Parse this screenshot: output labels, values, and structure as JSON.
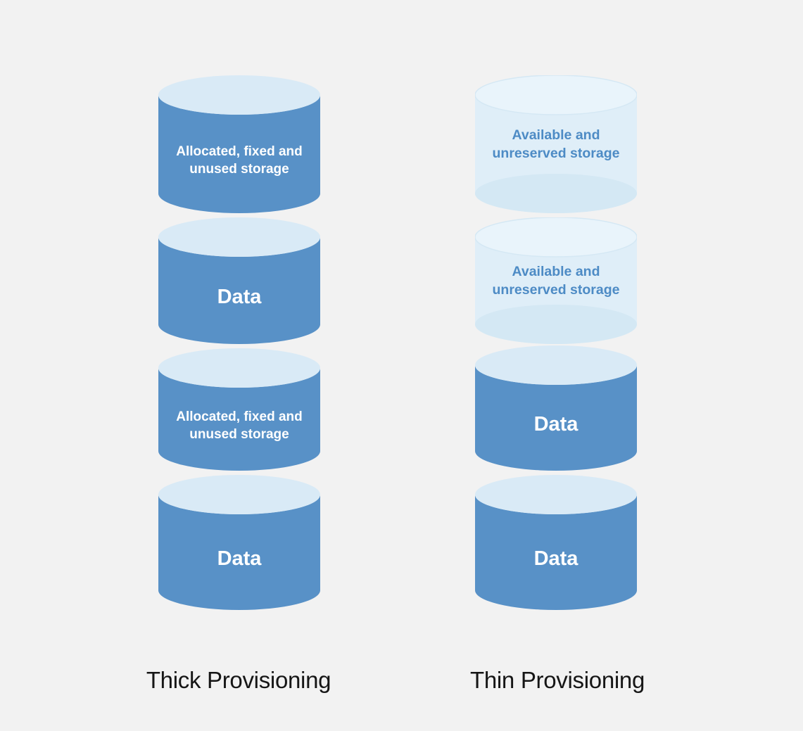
{
  "diagram": {
    "background_color": "#f2f2f2",
    "colors": {
      "cylinder_blue_body": "#5891c7",
      "cylinder_top_face": "#d9eaf6",
      "ghost_body": "#dfeef8",
      "ghost_top_face": "#e9f4fb",
      "ghost_bottom_face": "#d4e8f4",
      "ghost_label_text": "#4d8bc5",
      "solid_label_text": "#ffffff",
      "caption_text": "#161616"
    },
    "columns": [
      {
        "caption": "Thick Provisioning",
        "cylinders": [
          {
            "kind": "allocated",
            "style": "solid-blue",
            "label": "Allocated, fixed and\nunused storage"
          },
          {
            "kind": "data",
            "style": "solid-blue",
            "label": "Data"
          },
          {
            "kind": "allocated",
            "style": "solid-blue",
            "label": "Allocated, fixed and\nunused storage"
          },
          {
            "kind": "data",
            "style": "solid-blue",
            "label": "Data"
          }
        ]
      },
      {
        "caption": "Thin Provisioning",
        "cylinders": [
          {
            "kind": "available",
            "style": "ghost-light",
            "label": "Available and\nunreserved storage"
          },
          {
            "kind": "available",
            "style": "ghost-light",
            "label": "Available and\nunreserved storage"
          },
          {
            "kind": "data",
            "style": "solid-blue",
            "label": "Data"
          },
          {
            "kind": "data",
            "style": "solid-blue",
            "label": "Data"
          }
        ]
      }
    ]
  }
}
